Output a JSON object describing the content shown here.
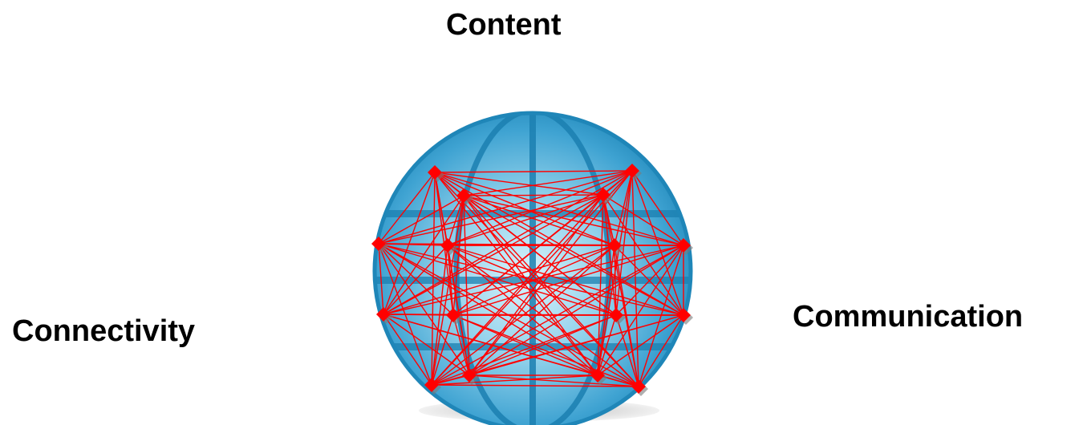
{
  "labels": {
    "top": "Content",
    "left": "Connectivity",
    "right": "Communication"
  },
  "icons": {
    "center": "globe-network-icon"
  },
  "colors": {
    "network_lines": "#ff0000",
    "network_nodes": "#ff0000",
    "globe_light": "#cfeefa",
    "globe_mid": "#6fc0e3",
    "globe_dark": "#1f86b8",
    "globe_band": "#1b7fb0",
    "shadow": "#b8b8b8"
  }
}
